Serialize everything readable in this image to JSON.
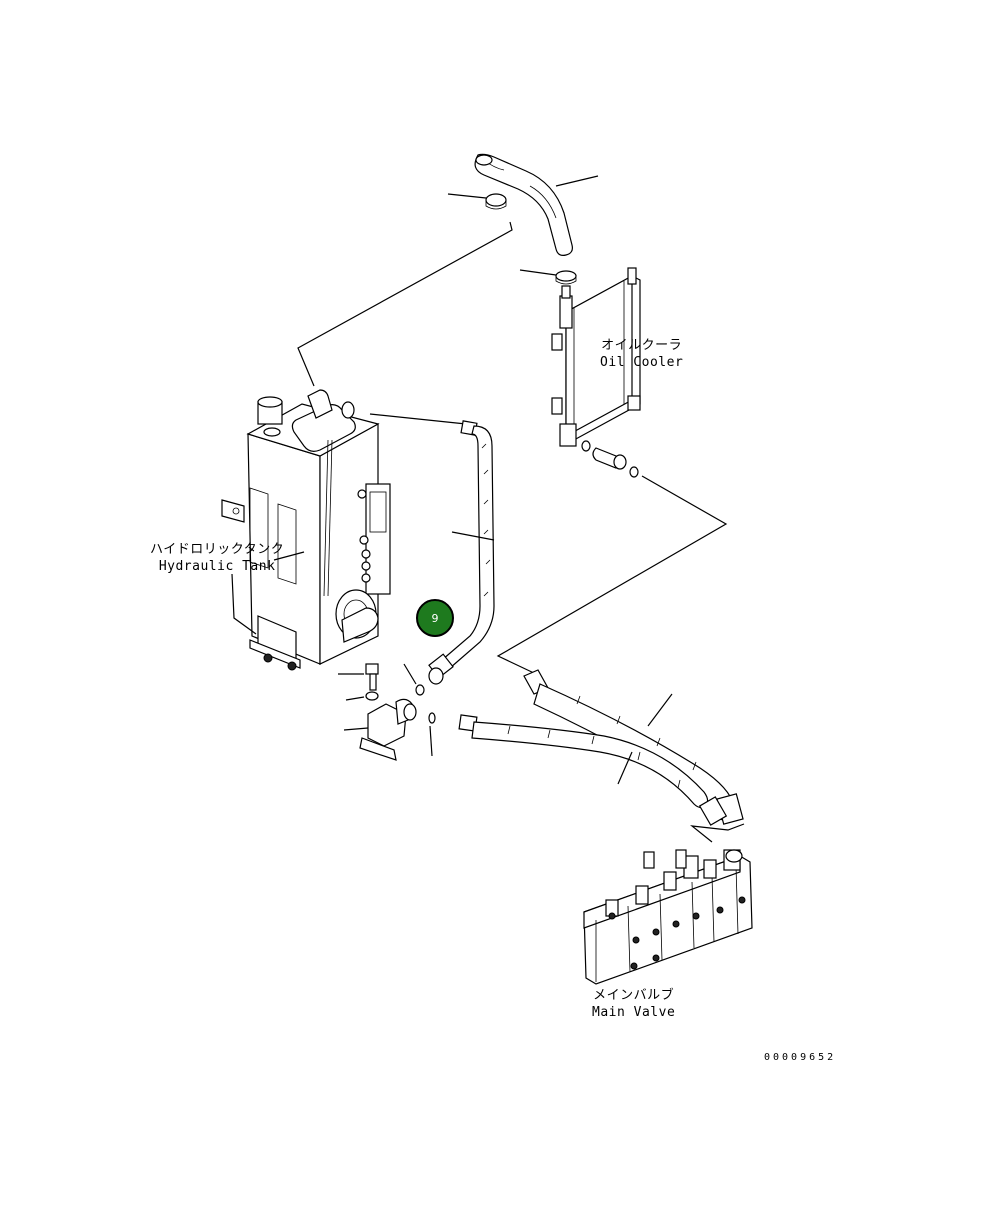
{
  "labels": {
    "oil_cooler_jp": "オイルクーラ",
    "oil_cooler_en": "Oil Cooler",
    "hydraulic_tank_jp": "ハイドロリックタンク",
    "hydraulic_tank_en": "Hydraulic Tank",
    "main_valve_jp": "メインバルブ",
    "main_valve_en": "Main Valve"
  },
  "callout": {
    "number": "9",
    "color": "#1e7a1e"
  },
  "drawing_number": "00009652"
}
